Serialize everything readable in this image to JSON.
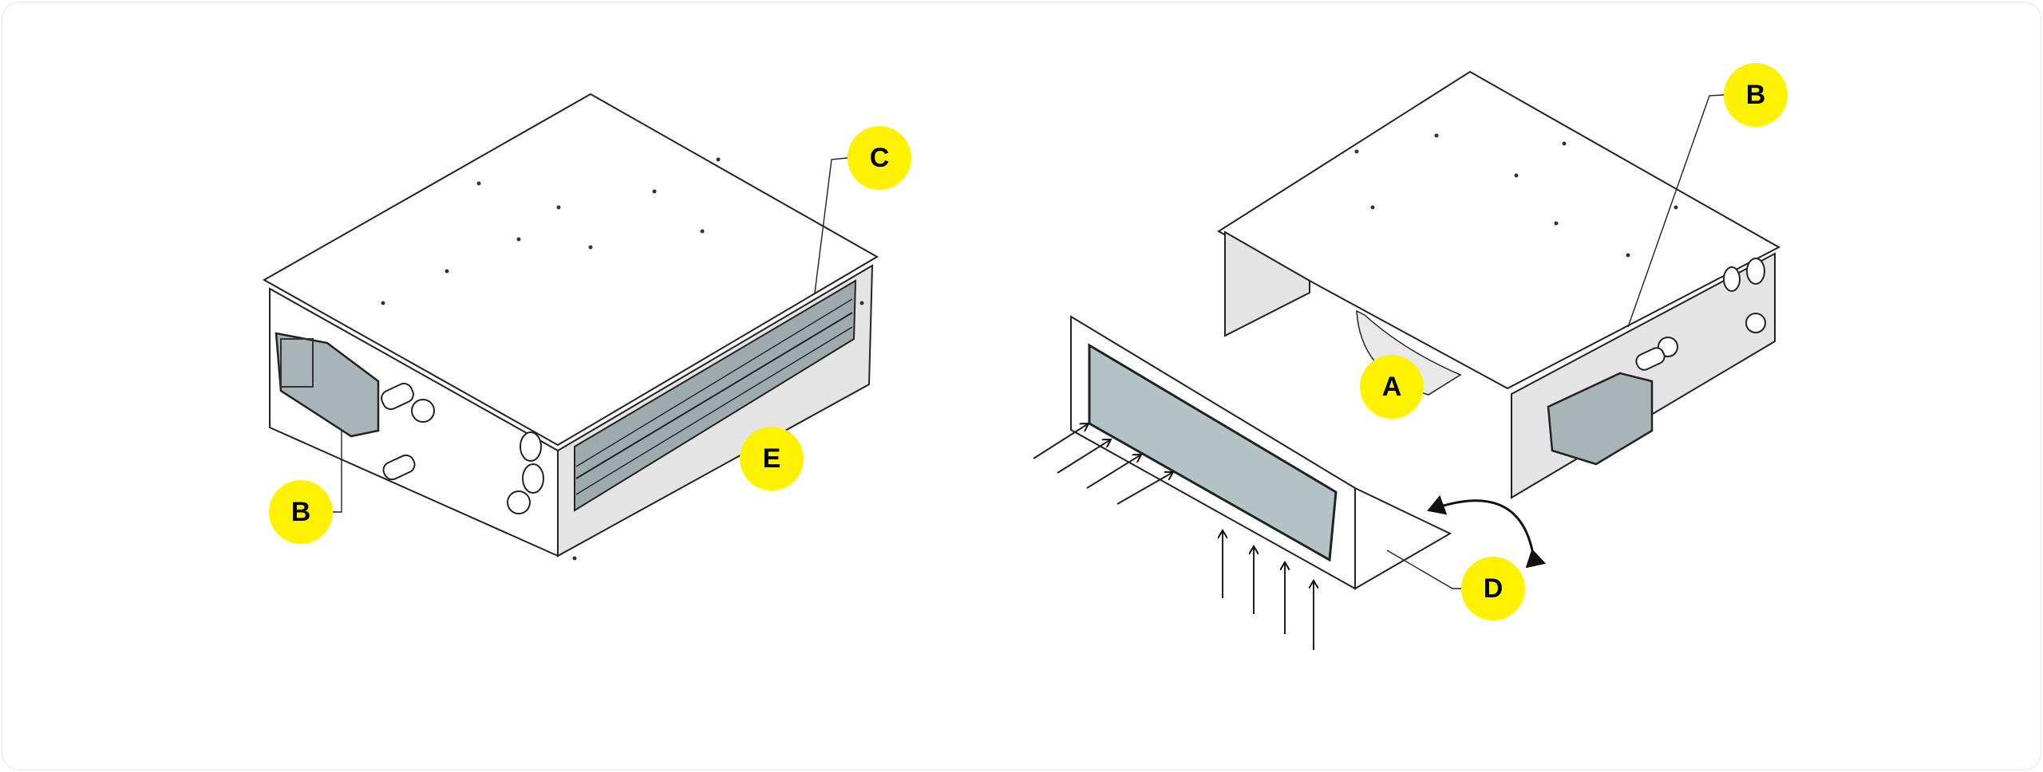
{
  "callouts": {
    "left_unit": {
      "C": "C",
      "B": "B",
      "E": "E"
    },
    "right_unit": {
      "B": "B",
      "A": "A",
      "D": "D"
    }
  },
  "colors": {
    "callout": "#FFF200",
    "panel": "#FFFFFF",
    "side": "#E4E4E4",
    "filter": "#B3C3C5",
    "coil": "#9FAAAD"
  }
}
